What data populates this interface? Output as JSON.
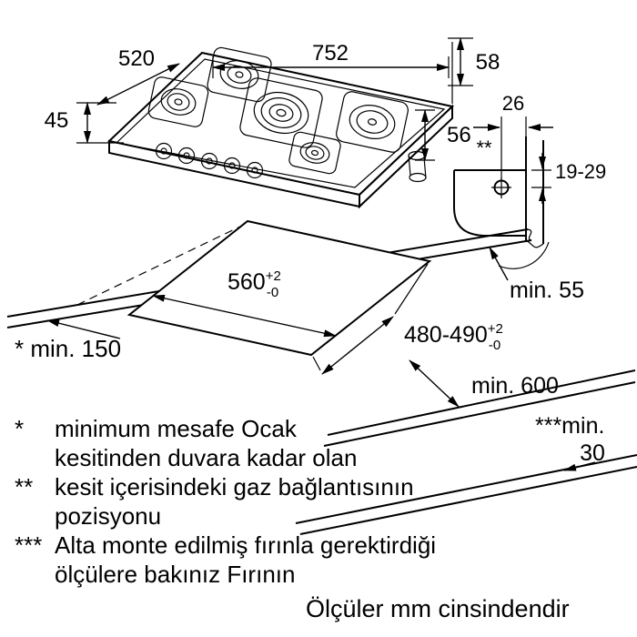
{
  "title": "Gas hob installation dimensions diagram",
  "colors": {
    "line": "#000000",
    "background": "#ffffff"
  },
  "dimensions": {
    "top_width": "752",
    "left_depth": "520",
    "left_height": "45",
    "right_height_top": "58",
    "right_height_bottom": "56",
    "gas_offset": "26",
    "gas_marker": "**",
    "gas_range": "19-29",
    "cutout_width": {
      "value": "560",
      "tol_plus": "+2",
      "tol_minus": "-0"
    },
    "cutout_depth": {
      "value": "480-490",
      "tol_plus": "+2",
      "tol_minus": "-0"
    },
    "min_rear": "min. 55",
    "min_side": "* min. 150",
    "min_front": "min. 600",
    "min_gap_l1": "***min.",
    "min_gap_l2": "30"
  },
  "footnotes": [
    {
      "marker": "*",
      "line1": "minimum mesafe Ocak",
      "line2": "kesitinden duvara kadar olan"
    },
    {
      "marker": "**",
      "line1": "kesit içerisindeki gaz bağlantısının",
      "line2": "pozisyonu"
    },
    {
      "marker": "***",
      "line1": "Alta monte edilmiş fırınla gerektirdiği",
      "line2": "ölçülere bakınız Fırının"
    }
  ],
  "units_note": "Ölçüler mm cinsindendir"
}
